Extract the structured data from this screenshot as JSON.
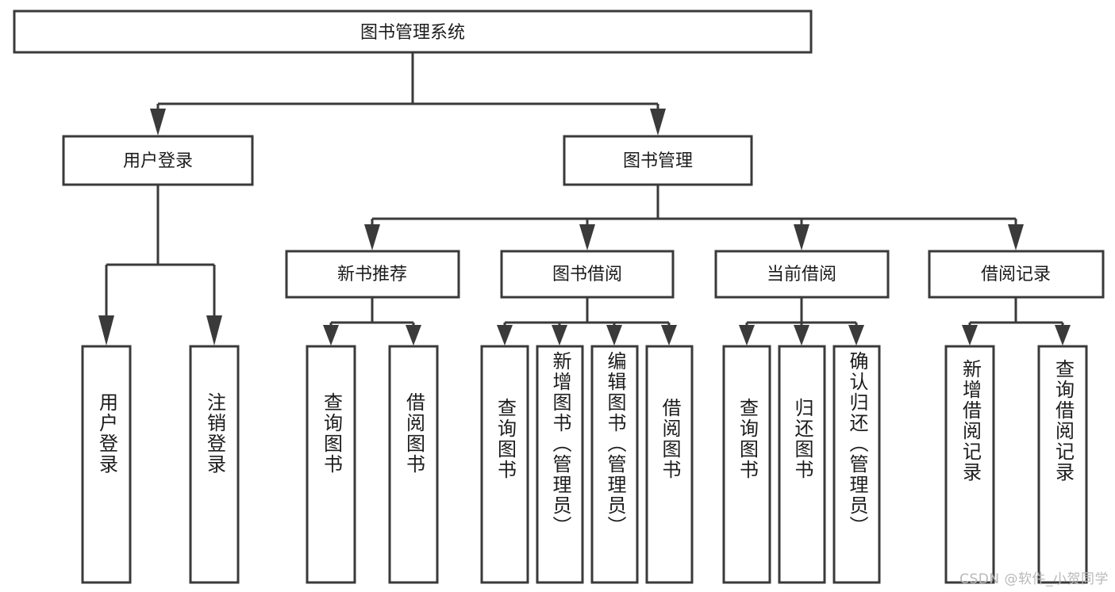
{
  "diagram": {
    "type": "tree",
    "title": "图书管理系统",
    "orientation": "top-down",
    "colors": {
      "box_stroke": "#3a3a3a",
      "box_fill": "#ffffff",
      "text": "#1c1c1c",
      "connector": "#3a3a3a",
      "watermark": "#b9b9b9",
      "background": "#ffffff"
    },
    "root": {
      "label": "图书管理系统"
    },
    "level2": [
      {
        "label": "用户登录"
      },
      {
        "label": "图书管理"
      }
    ],
    "level3": [
      {
        "label": "新书推荐"
      },
      {
        "label": "图书借阅"
      },
      {
        "label": "当前借阅"
      },
      {
        "label": "借阅记录"
      }
    ],
    "leaves": {
      "user_login": [
        {
          "label": "用户登录"
        },
        {
          "label": "注销登录"
        }
      ],
      "new_book_recommend": [
        {
          "label": "查询图书"
        },
        {
          "label": "借阅图书"
        }
      ],
      "book_borrow": [
        {
          "label": "查询图书"
        },
        {
          "label": "新增图书（管理员）"
        },
        {
          "label": "编辑图书（管理员）"
        },
        {
          "label": "借阅图书"
        }
      ],
      "current_borrow": [
        {
          "label": "查询图书"
        },
        {
          "label": "归还图书"
        },
        {
          "label": "确认归还（管理员）"
        }
      ],
      "borrow_records": [
        {
          "label": "新增借阅记录"
        },
        {
          "label": "查询借阅记录"
        }
      ]
    }
  },
  "watermark": {
    "text": "CSDN @软件_小贺同学"
  }
}
